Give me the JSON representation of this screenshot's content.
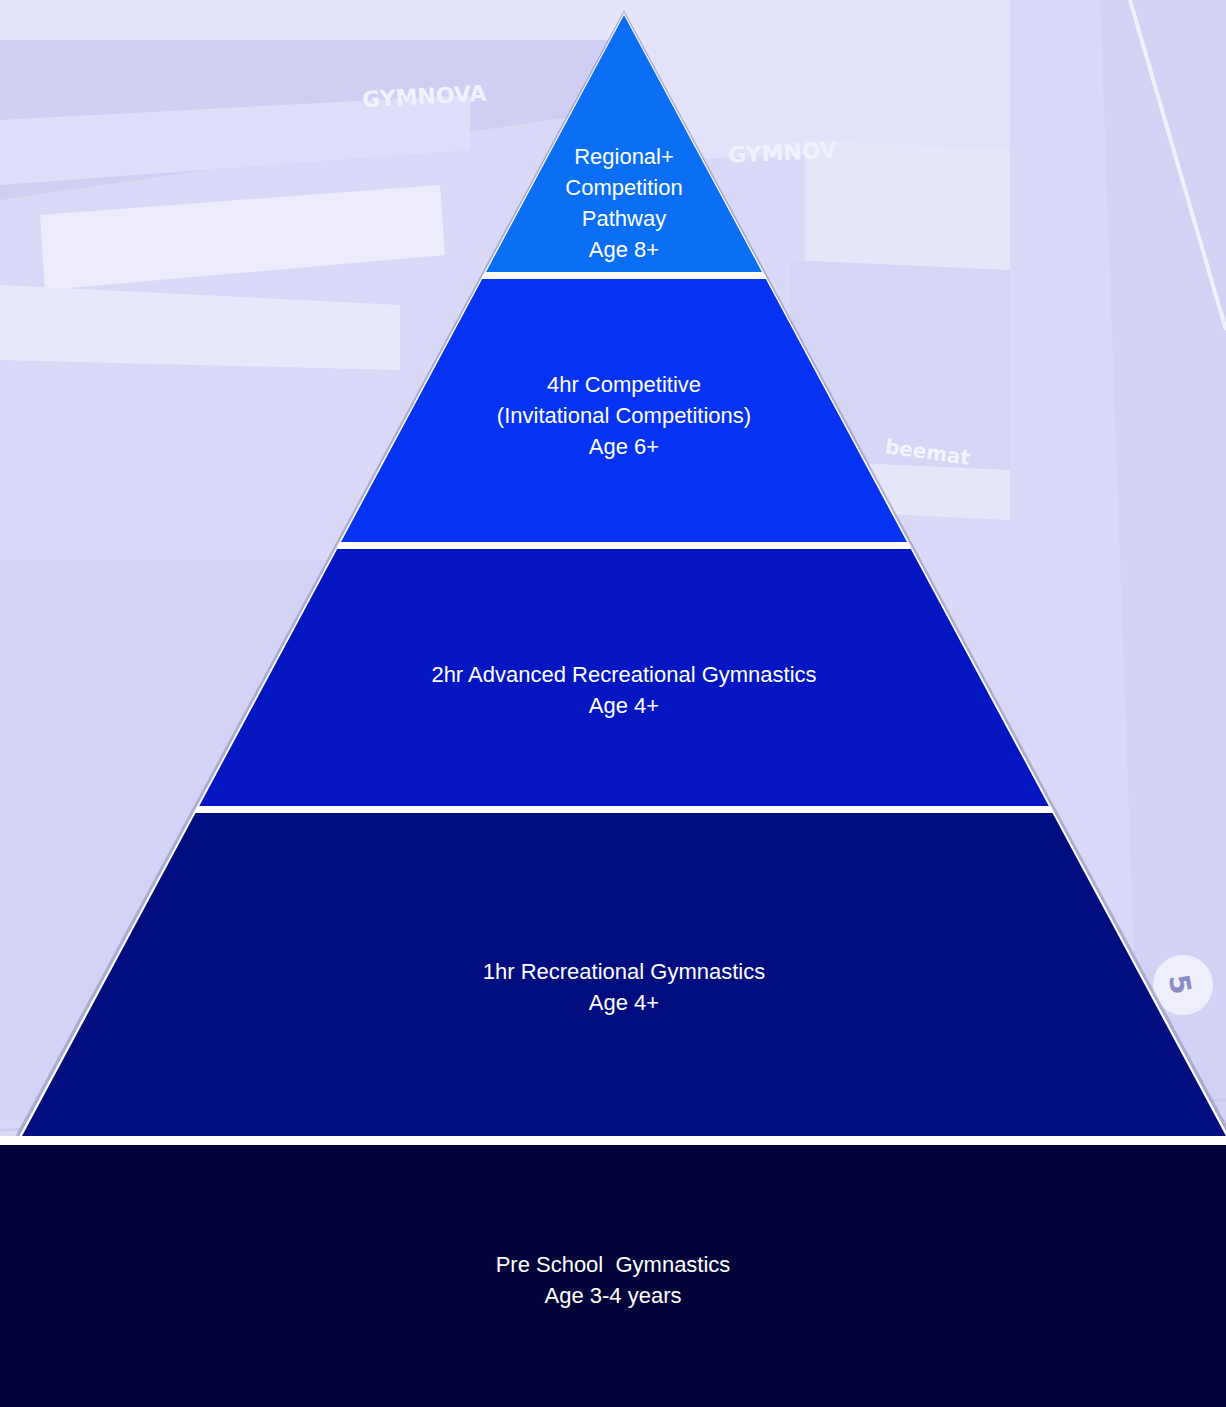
{
  "diagram": {
    "nodes": [
      {
        "text": [
          "Regional+ Competition Pathway",
          "Age 8+"
        ]
      },
      {
        "text": [
          "4hr Competitive (Invitational Competitions)",
          "Age 6+"
        ]
      },
      {
        "text": [
          "2hr Advanced Recreational Gymnastics",
          "Age 4+"
        ]
      },
      {
        "text": [
          "1hr Recreational Gymnastics",
          "Age 4+"
        ]
      },
      {
        "text": [
          "Pre School  Gymnastics",
          "Age 3-4 years"
        ]
      }
    ],
    "labels": [
      "GYMNOVA",
      "GYMNOV",
      "beemat",
      "5"
    ]
  }
}
